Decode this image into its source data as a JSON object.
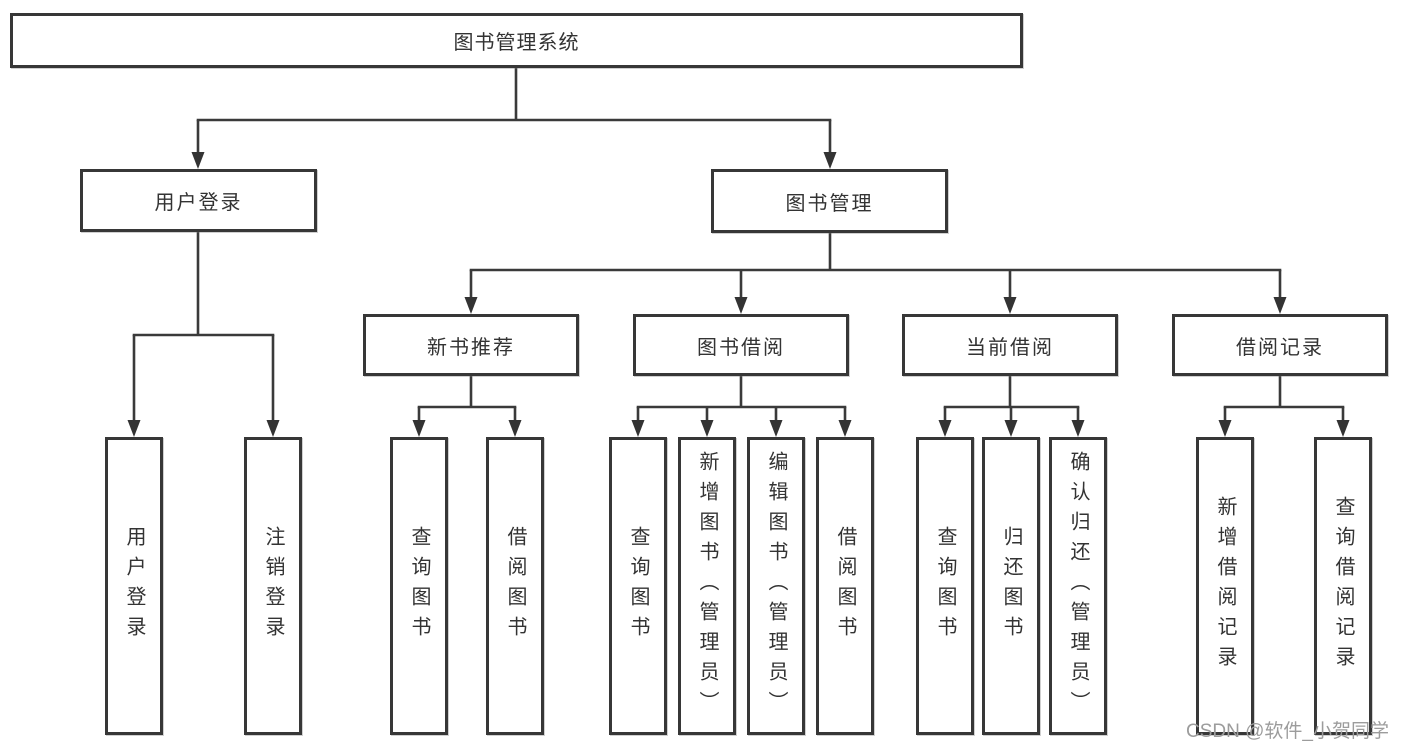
{
  "diagram_title": "图书管理系统",
  "watermark": {
    "text": "CSDN @软件_小贺同学",
    "color": "#9c9c9c"
  },
  "colors": {
    "background": "#ffffff",
    "line": "#3a3a3a",
    "box_border": "#373737",
    "text": "#333333",
    "watermark": "#9c9c9c"
  },
  "tree": {
    "root": {
      "label": "图书管理系统"
    },
    "branches": [
      {
        "label": "用户登录",
        "leaves": [
          {
            "label": "用户登录"
          },
          {
            "label": "注销登录"
          }
        ]
      },
      {
        "label": "图书管理",
        "groups": [
          {
            "label": "新书推荐",
            "leaves": [
              {
                "label": "查询图书"
              },
              {
                "label": "借阅图书"
              }
            ]
          },
          {
            "label": "图书借阅",
            "leaves": [
              {
                "label": "查询图书"
              },
              {
                "label": "新增图书（管理员）"
              },
              {
                "label": "编辑图书（管理员）"
              },
              {
                "label": "借阅图书"
              }
            ]
          },
          {
            "label": "当前借阅",
            "leaves": [
              {
                "label": "查询图书"
              },
              {
                "label": "归还图书"
              },
              {
                "label": "确认归还（管理员）"
              }
            ]
          },
          {
            "label": "借阅记录",
            "leaves": [
              {
                "label": "新增借阅记录"
              },
              {
                "label": "查询借阅记录"
              }
            ]
          }
        ]
      }
    ]
  }
}
